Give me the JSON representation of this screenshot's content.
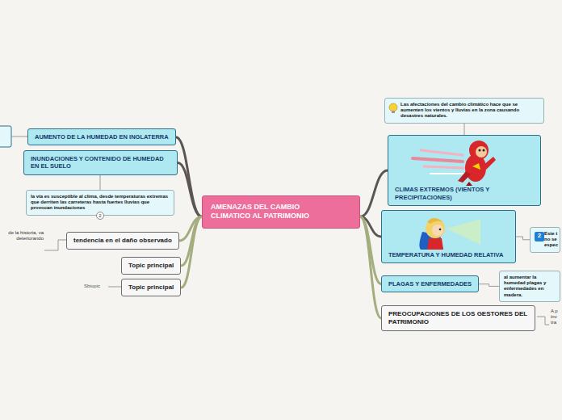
{
  "diagram": {
    "nodes": [
      {
        "text": [
          "AMENAZAS DEL CAMBIO CLIMATICO AL PATRIMONIO"
        ]
      },
      {
        "text": [
          "AUMENTO DE LA HUMEDAD EN INGLATERRA"
        ]
      },
      {
        "text": [
          "INUNDACIONES Y CONTENIDO DE HUMEDAD EN EL SUELO"
        ]
      },
      {
        "text": [
          "la vía es susceptible al clima, desde temperaturas extremas que derriten las carreteras hasta fuertes lluvias que provocan inundaciones"
        ]
      },
      {
        "text": [
          "tendencia en el daño observado"
        ]
      },
      {
        "text": [
          "Topic principal"
        ]
      },
      {
        "text": [
          "Topic principal"
        ]
      },
      {
        "text": [
          "Las afectaciones del cambio climático hace que se aumenten los vientos y lluvias en la zona causando desastres naturales."
        ]
      },
      {
        "text": [
          "CLIMAS EXTREMOS (VIENTOS Y PRECIPITACIONES)"
        ]
      },
      {
        "text": [
          "TEMPERATURA Y HUMEDAD RELATIVA"
        ]
      },
      {
        "text": [
          "Este t no se espec"
        ]
      },
      {
        "text": [
          "PLAGAS Y ENFERMEDADES"
        ]
      },
      {
        "text": [
          "al aumentar la humedad plagas y enfermedades en madera."
        ]
      },
      {
        "text": [
          "PREOCUPACIONES DE LOS GESTORES DEL PATRIMONIO"
        ]
      }
    ],
    "edges": [
      {
        "from": 0,
        "to": 1,
        "arrow": "none"
      },
      {
        "from": 0,
        "to": 2,
        "arrow": "none"
      },
      {
        "from": 0,
        "to": 4,
        "arrow": "none"
      },
      {
        "from": 0,
        "to": 5,
        "arrow": "none"
      },
      {
        "from": 0,
        "to": 6,
        "arrow": "none"
      },
      {
        "from": 0,
        "to": 8,
        "arrow": "none"
      },
      {
        "from": 0,
        "to": 9,
        "arrow": "none"
      },
      {
        "from": 0,
        "to": 11,
        "arrow": "none"
      },
      {
        "from": 0,
        "to": 13,
        "arrow": "none"
      },
      {
        "from": 2,
        "to": 3,
        "arrow": "none"
      },
      {
        "from": 8,
        "to": 7,
        "arrow": "none"
      },
      {
        "from": 9,
        "to": 10,
        "arrow": "none"
      },
      {
        "from": 11,
        "to": 12,
        "arrow": "none"
      }
    ],
    "labels": [
      "2",
      "2",
      "de la historia, va deteriorando",
      "Sbtopic",
      "A p inv tra"
    ]
  }
}
